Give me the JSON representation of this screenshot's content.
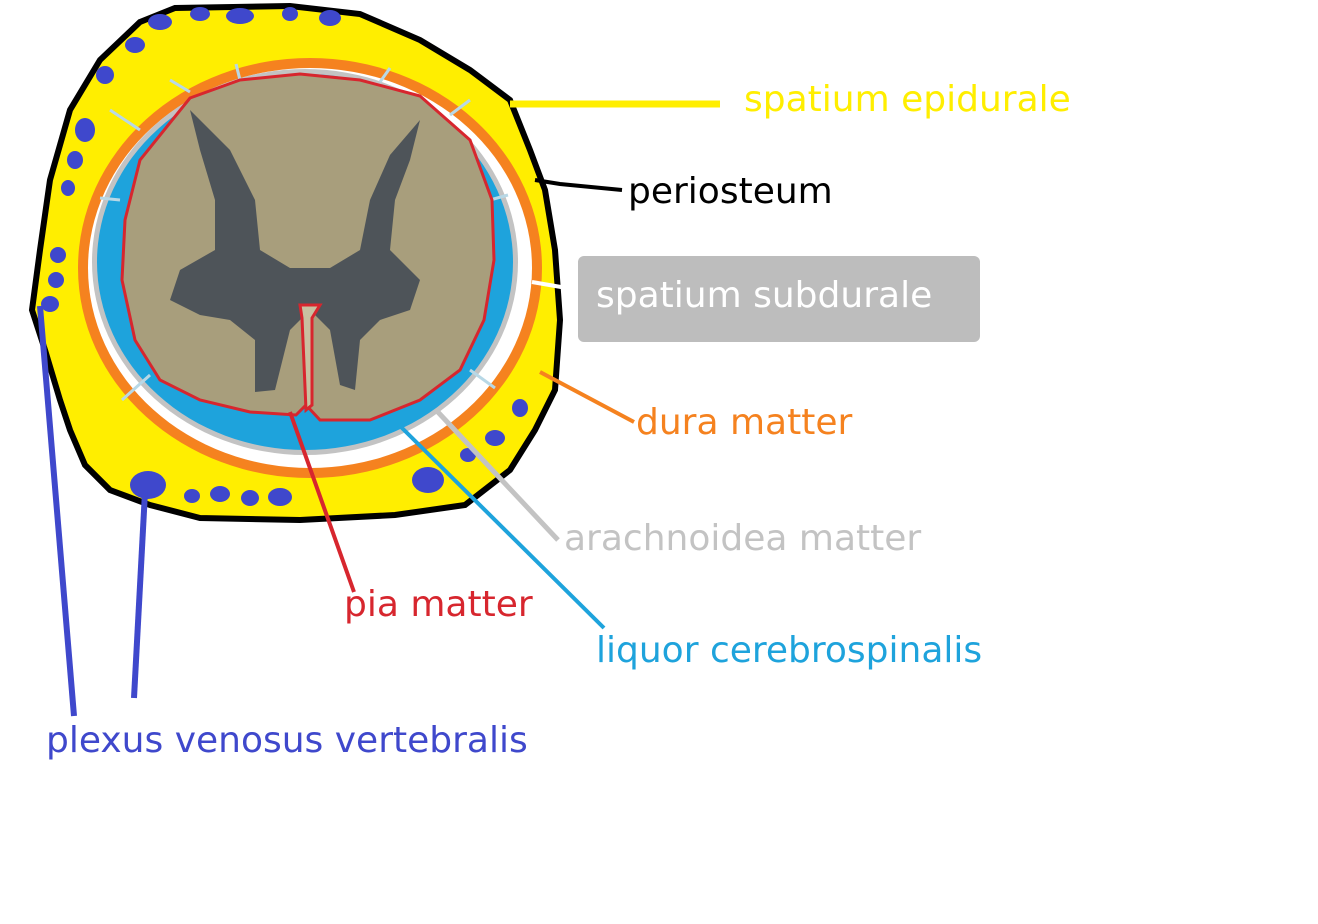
{
  "labels": {
    "spatium_epidurale": "spatium epidurale",
    "periosteum": "periosteum",
    "spatium_subdurale": "spatium subdurale",
    "dura_matter": "dura matter",
    "arachnoidea_matter": "arachnoidea matter",
    "pia_matter": "pia matter",
    "liquor_cerebrospinalis": "liquor cerebrospinalis",
    "plexus_venosus_vertebralis": "plexus venosus vertebralis"
  },
  "colors": {
    "epidural_yellow": "#ffee00",
    "periosteum_black": "#000000",
    "subdural_gray_box": "#bdbdbd",
    "subdural_text": "#ffffff",
    "dura_orange": "#f5821f",
    "arachnoid_gray": "#c3c3c3",
    "pia_red": "#d7262e",
    "liquor_blue": "#1ea3dc",
    "plexus_blue": "#3f48cc",
    "white_matter": "#a89e7c",
    "grey_matter": "#3e4654"
  }
}
